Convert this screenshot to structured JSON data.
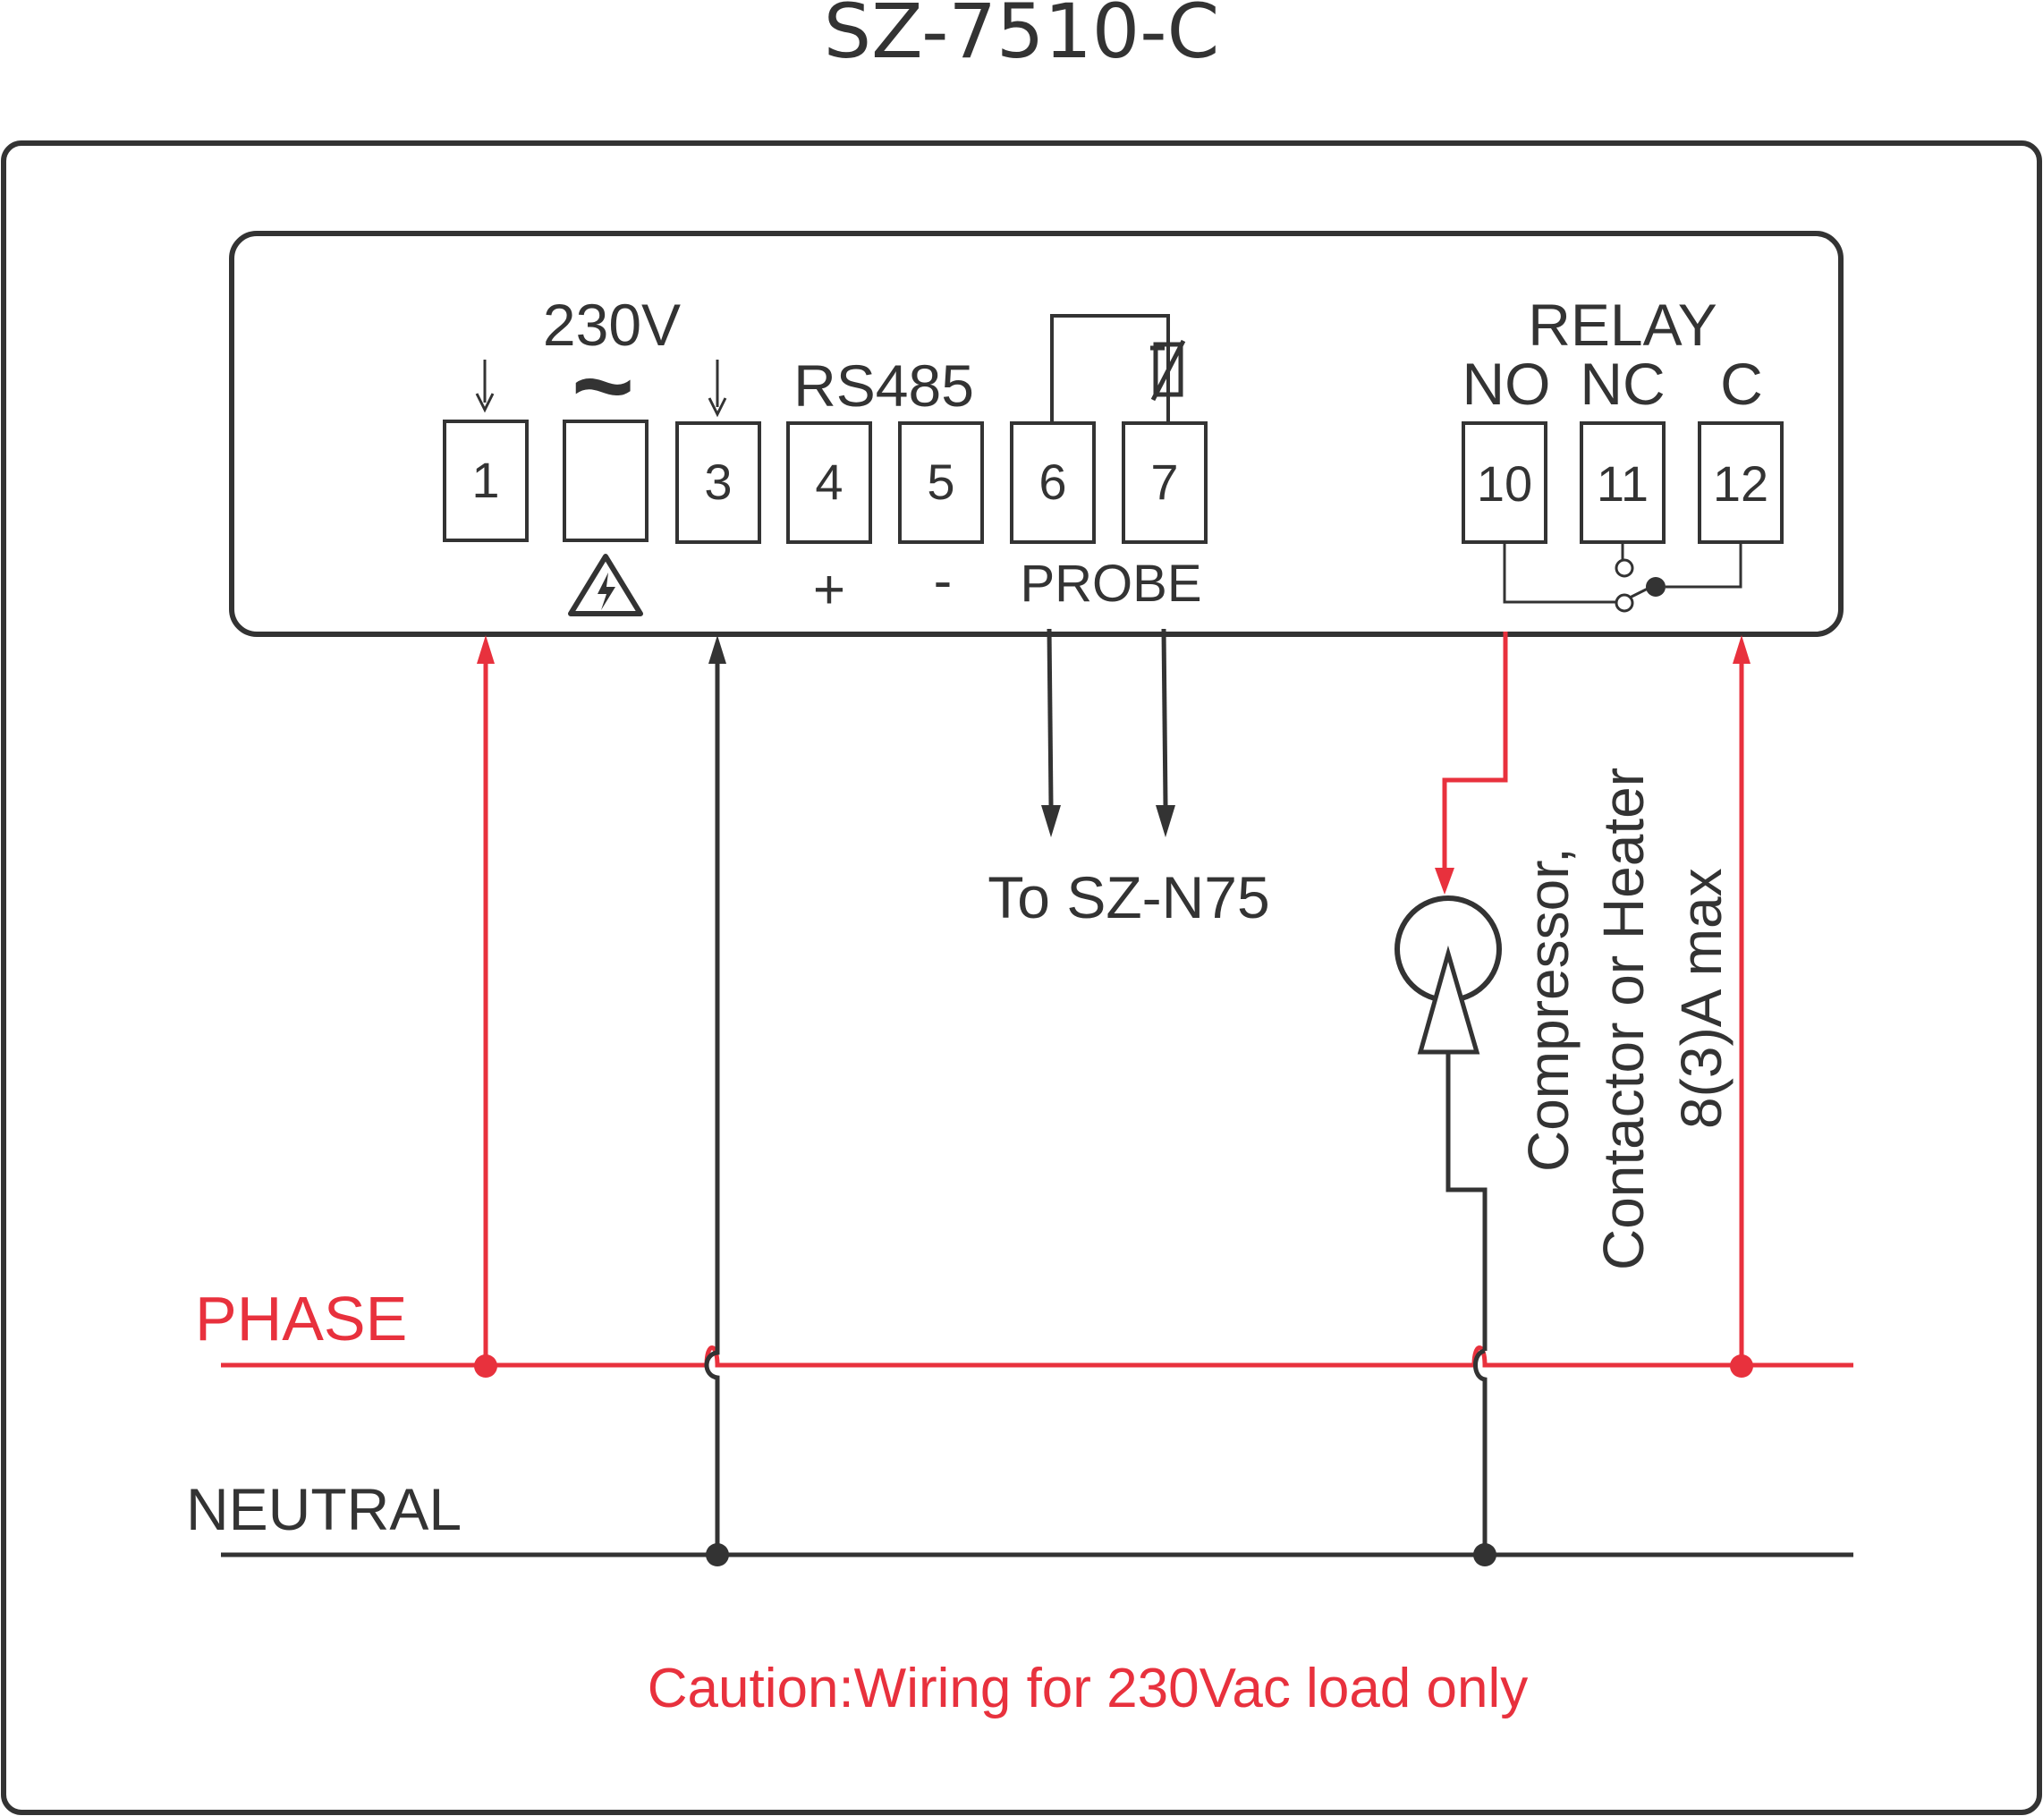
{
  "title": "SZ-7510-C",
  "colors": {
    "line": "#333333",
    "phase": "#e8313d",
    "background": "#ffffff"
  },
  "supply": {
    "voltage_label": "230V",
    "ac_symbol": "~",
    "warning_icon": "high-voltage-warning-icon"
  },
  "comm": {
    "label": "RS485",
    "plus": "+",
    "minus": "-"
  },
  "probe": {
    "label": "PROBE",
    "destination": "To SZ-N75"
  },
  "relay": {
    "label": "RELAY",
    "no": "NO",
    "nc": "NC",
    "c": "C"
  },
  "terminals": [
    "1",
    "",
    "3",
    "4",
    "5",
    "6",
    "7",
    "10",
    "11",
    "12"
  ],
  "lines": {
    "phase": "PHASE",
    "neutral": "NEUTRAL"
  },
  "load": {
    "line1": "Compressor,",
    "line2": "Contactor or Heater",
    "line3": "8(3)A max"
  },
  "caution": "Caution:Wiring for 230Vac load only"
}
